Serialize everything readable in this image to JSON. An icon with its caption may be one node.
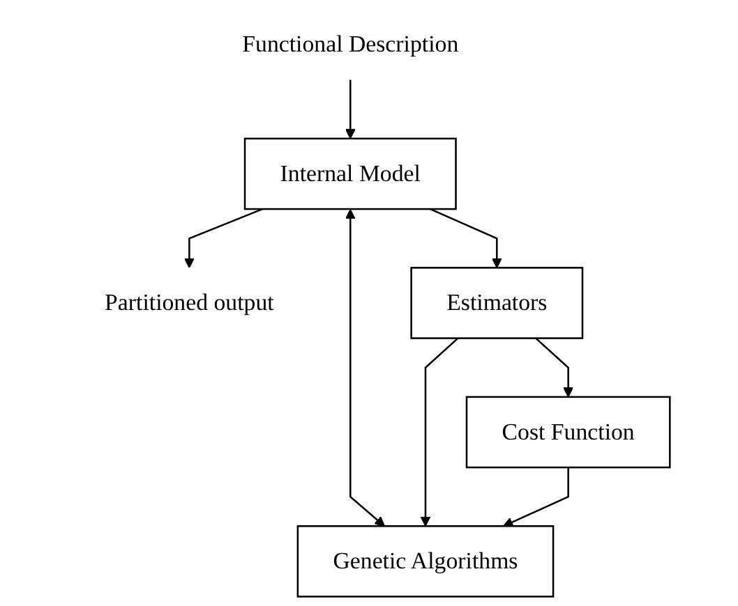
{
  "diagram": {
    "nodes": [
      {
        "text": [
          "Functional Description"
        ]
      },
      {
        "text": [
          "Internal Model"
        ]
      },
      {
        "text": [
          "Partitioned output"
        ]
      },
      {
        "text": [
          "Genetic Algorithms"
        ]
      },
      {
        "text": [
          "Estimators"
        ]
      },
      {
        "text": [
          "Cost Function"
        ]
      }
    ],
    "edges": [
      {
        "from": 0,
        "to": 1,
        "arrow": "to"
      },
      {
        "from": 1,
        "to": 2,
        "arrow": "to"
      },
      {
        "from": 1,
        "to": 3,
        "arrow": "both"
      },
      {
        "from": 1,
        "to": 4,
        "arrow": "to"
      },
      {
        "from": 4,
        "to": 3,
        "arrow": "to"
      },
      {
        "from": 4,
        "to": 5,
        "arrow": "to"
      },
      {
        "from": 5,
        "to": 3,
        "arrow": "to"
      }
    ]
  }
}
